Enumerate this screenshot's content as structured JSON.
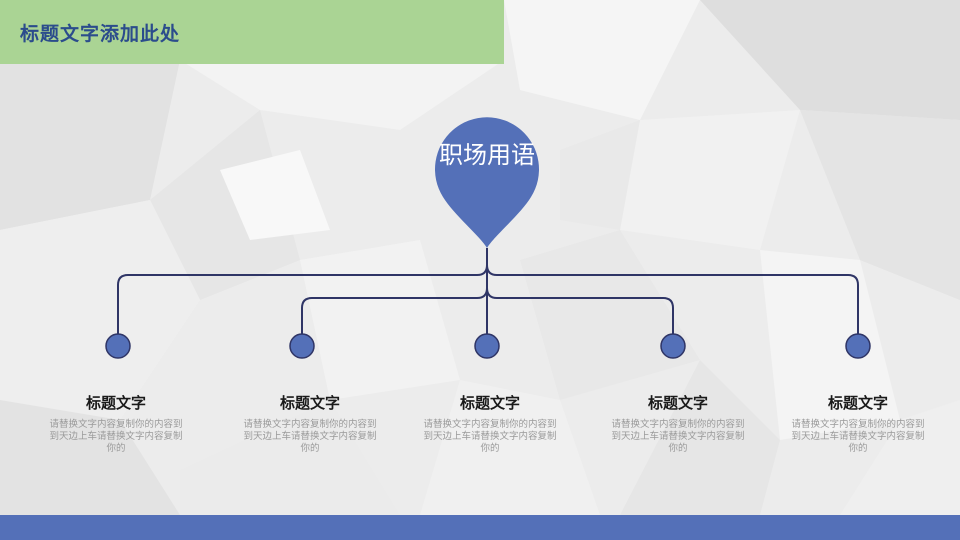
{
  "header": {
    "title": "标题文字添加此处"
  },
  "center": {
    "label": "职场用语"
  },
  "items": [
    {
      "title": "标题文字",
      "desc": "请替换文字内容复制你的内容到到天边上车请替换文字内容复制你的"
    },
    {
      "title": "标题文字",
      "desc": "请替换文字内容复制你的内容到到天边上车请替换文字内容复制你的"
    },
    {
      "title": "标题文字",
      "desc": "请替换文字内容复制你的内容到到天边上车请替换文字内容复制你的"
    },
    {
      "title": "标题文字",
      "desc": "请替换文字内容复制你的内容到到天边上车请替换文字内容复制你的"
    },
    {
      "title": "标题文字",
      "desc": "请替换文字内容复制你的内容到到天边上车请替换文字内容复制你的"
    }
  ],
  "colors": {
    "accent_green": "#aad494",
    "title_blue": "#2b4c8c",
    "node_blue": "#5470b8",
    "line_navy": "#2f3566"
  }
}
